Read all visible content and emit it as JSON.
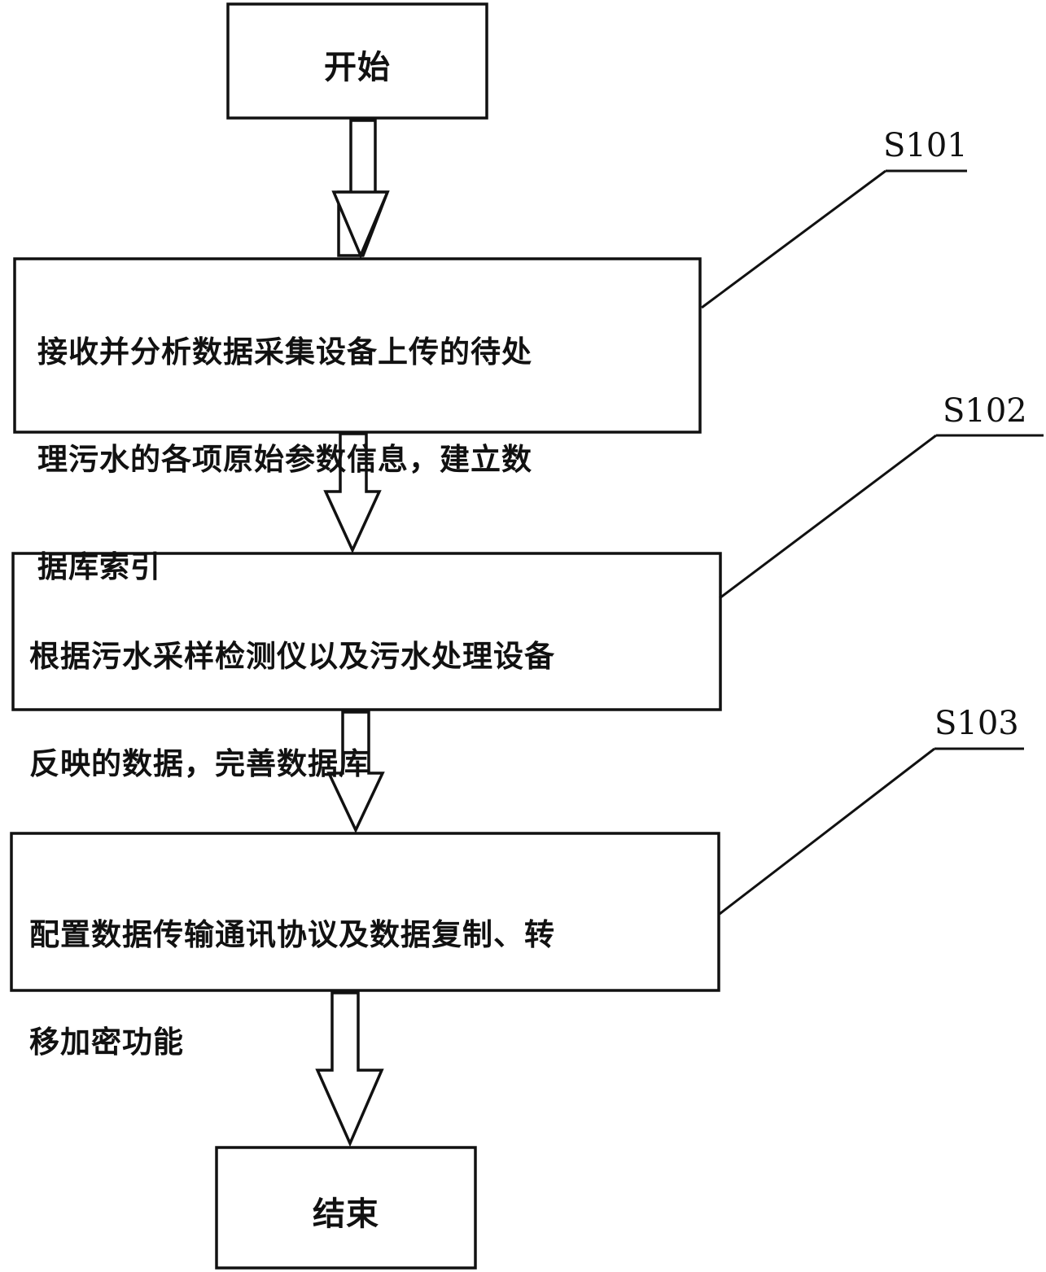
{
  "flowchart": {
    "start": {
      "label": "开始"
    },
    "steps": [
      {
        "id": "S101",
        "text": "接收并分析数据采集设备上传的待处理污水的各项原始参数信息，建立数据库索引",
        "lines": [
          "接收并分析数据采集设备上传的待处",
          "理污水的各项原始参数信息，建立数",
          "据库索引"
        ]
      },
      {
        "id": "S102",
        "text": "根据污水采样检测仪以及污水处理设备反映的数据，完善数据库",
        "lines": [
          "根据污水采样检测仪以及污水处理设备",
          "反映的数据，完善数据库"
        ]
      },
      {
        "id": "S103",
        "text": "配置数据传输通讯协议及数据复制、转移加密功能",
        "lines": [
          "配置数据传输通讯协议及数据复制、转",
          "移加密功能"
        ]
      }
    ],
    "end": {
      "label": "结束"
    }
  }
}
